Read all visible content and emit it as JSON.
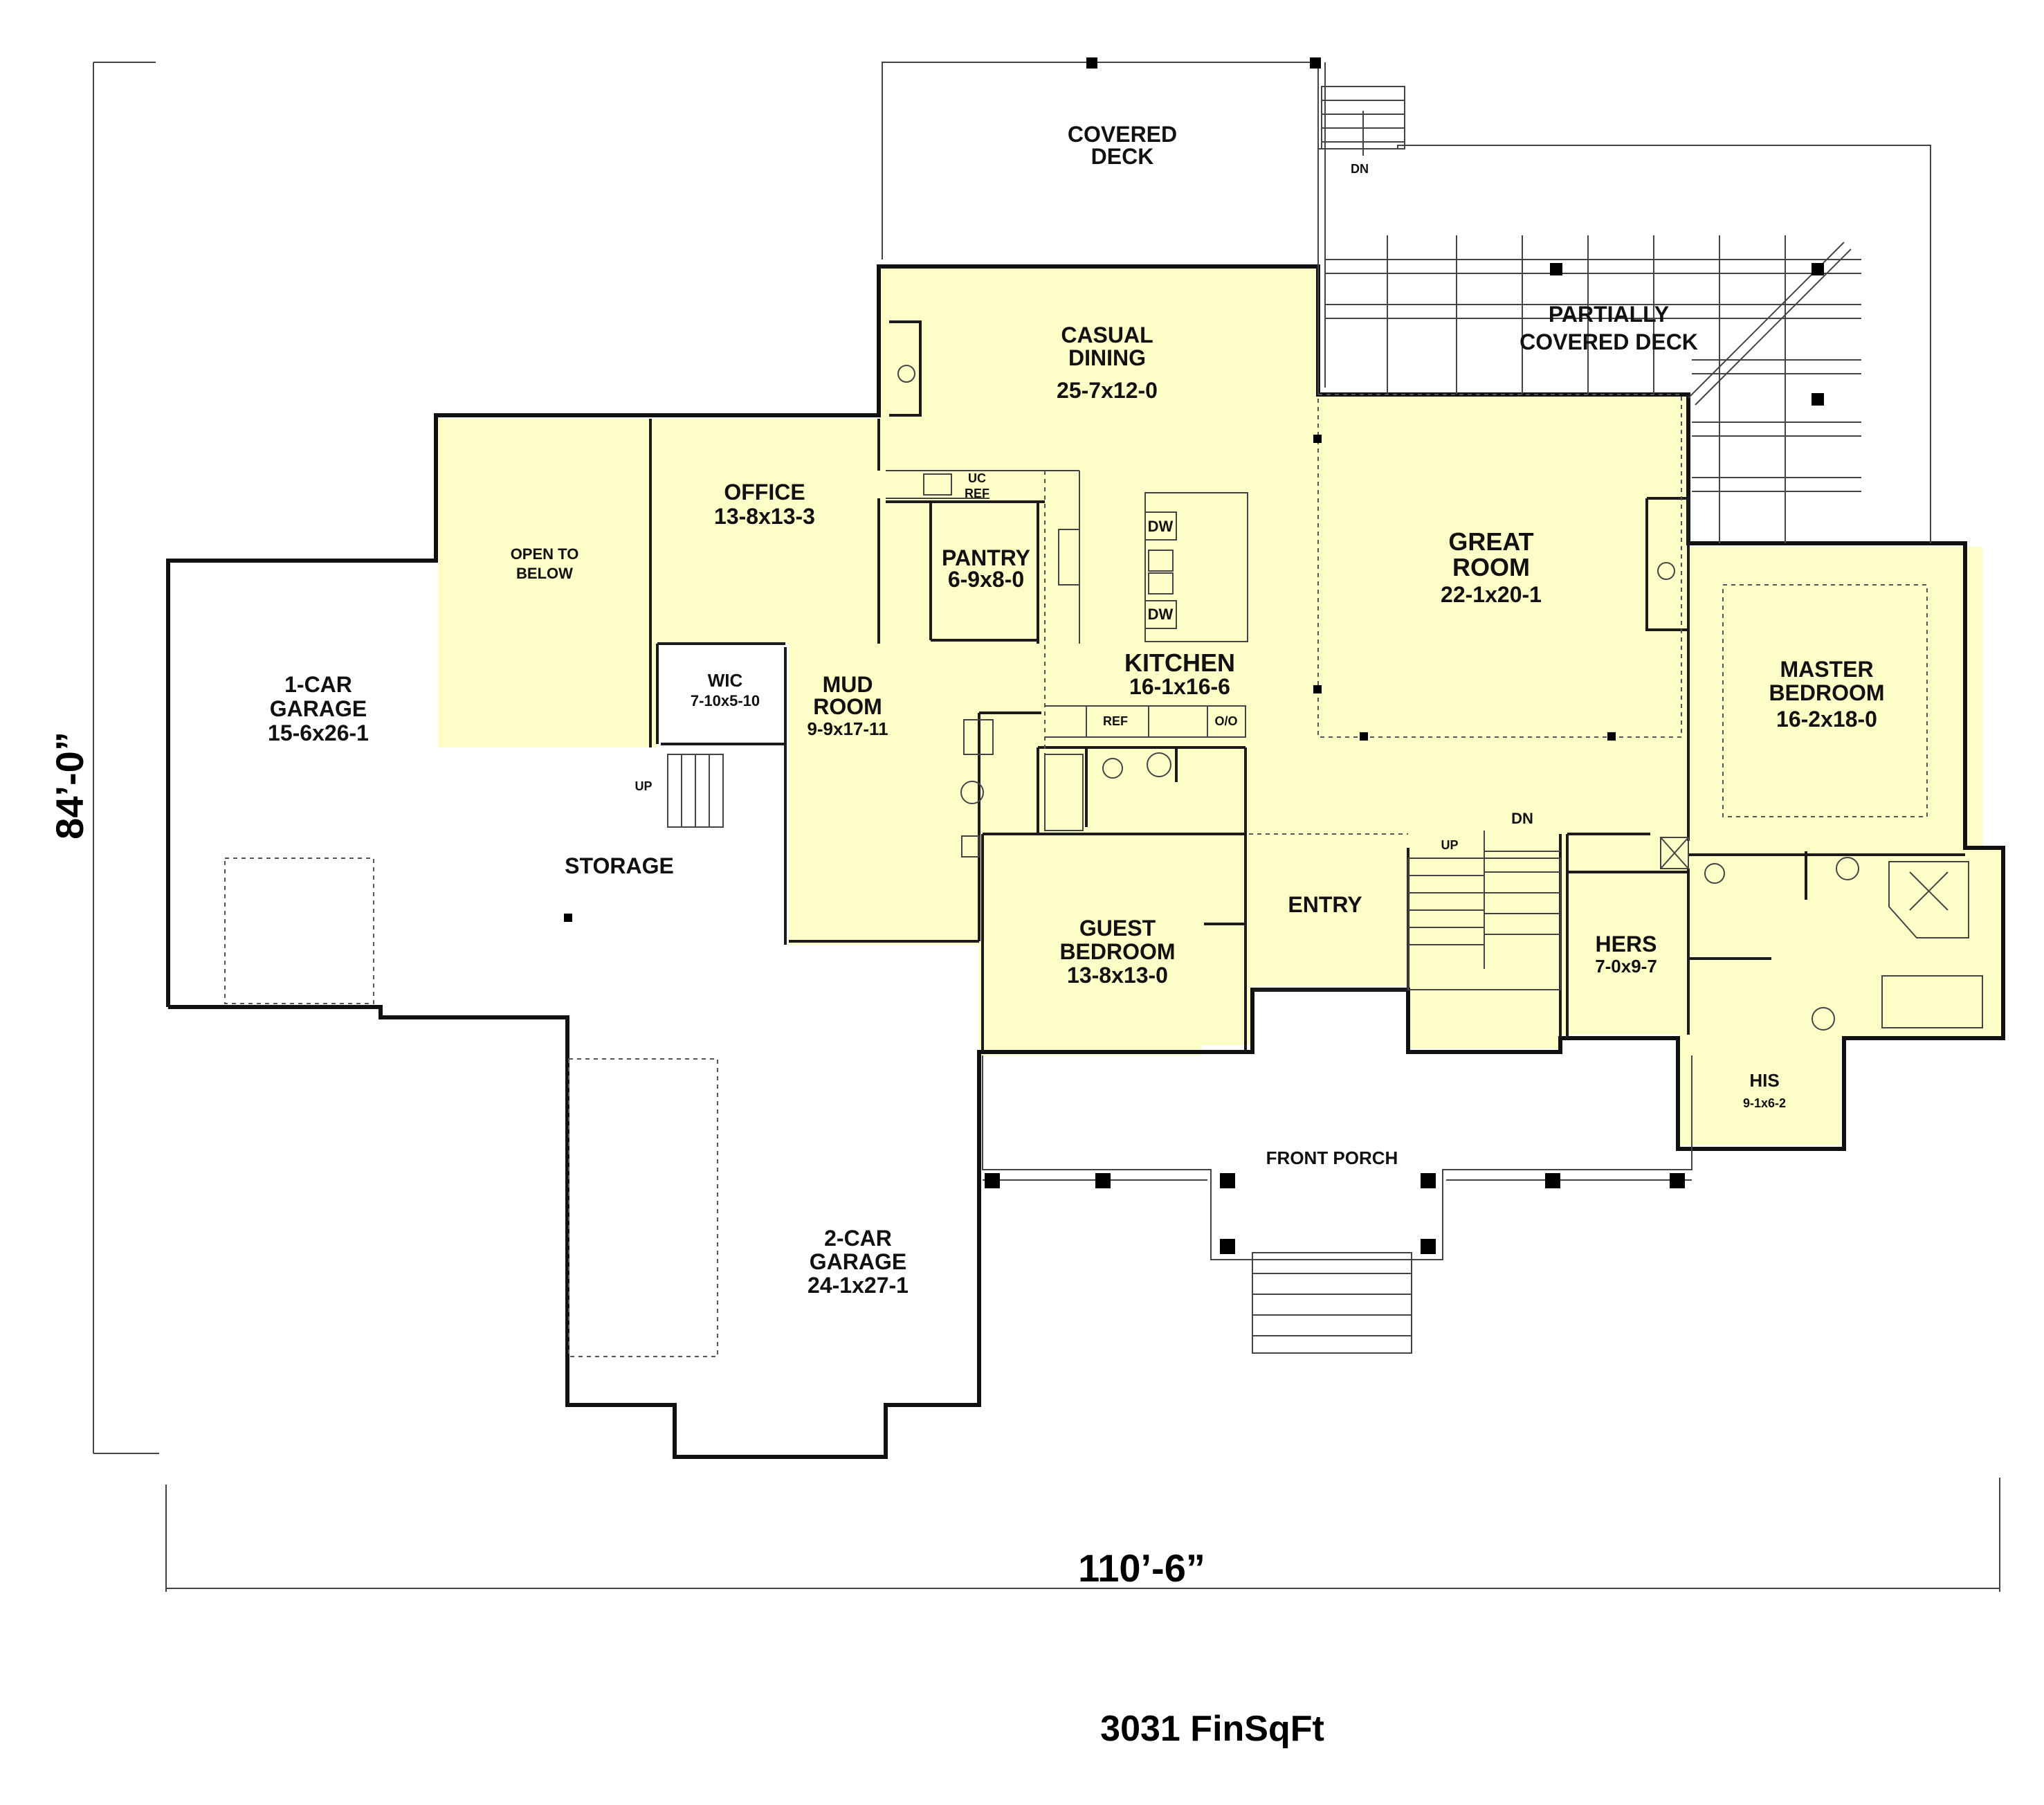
{
  "rooms": {
    "covered_deck": {
      "name": [
        "COVERED",
        "DECK"
      ]
    },
    "partially_covered_deck": {
      "name": [
        "PARTIALLY",
        "COVERED DECK"
      ]
    },
    "casual_dining": {
      "name": [
        "CASUAL",
        "DINING"
      ],
      "size": "25-7x12-0"
    },
    "office": {
      "name": [
        "OFFICE"
      ],
      "size": "13-8x13-3"
    },
    "open_to_below": {
      "name": [
        "OPEN TO",
        "BELOW"
      ]
    },
    "pantry": {
      "name": [
        "PANTRY"
      ],
      "size": "6-9x8-0"
    },
    "great_room": {
      "name": [
        "GREAT",
        "ROOM"
      ],
      "size": "22-1x20-1"
    },
    "kitchen": {
      "name": [
        "KITCHEN"
      ],
      "size": "16-1x16-6"
    },
    "master_bedroom": {
      "name": [
        "MASTER",
        "BEDROOM"
      ],
      "size": "16-2x18-0"
    },
    "one_car_garage": {
      "name": [
        "1-CAR",
        "GARAGE"
      ],
      "size": "15-6x26-1"
    },
    "wic": {
      "name": [
        "WIC"
      ],
      "size": "7-10x5-10"
    },
    "mud_room": {
      "name": [
        "MUD",
        "ROOM"
      ],
      "size": "9-9x17-11"
    },
    "storage": {
      "name": [
        "STORAGE"
      ]
    },
    "entry": {
      "name": [
        "ENTRY"
      ]
    },
    "guest_bedroom": {
      "name": [
        "GUEST",
        "BEDROOM"
      ],
      "size": "13-8x13-0"
    },
    "hers": {
      "name": [
        "HERS"
      ],
      "size": "7-0x9-7"
    },
    "his": {
      "name": [
        "HIS"
      ],
      "size": "9-1x6-2"
    },
    "front_porch": {
      "name": [
        "FRONT PORCH"
      ]
    },
    "two_car_garage": {
      "name": [
        "2-CAR",
        "GARAGE"
      ],
      "size": "24-1x27-1"
    }
  },
  "fixtures": {
    "uc": "UC",
    "ref_small": "REF",
    "dw_top": "DW",
    "dw_bottom": "DW",
    "ref_kitchen": "REF",
    "oven": "O/O"
  },
  "stairs": {
    "dn_deck": "DN",
    "up_garage": "UP",
    "up_main": "UP",
    "dn_main": "DN"
  },
  "dimensions": {
    "depth": "84’-0”",
    "width": "110’-6”"
  },
  "area": "3031 FinSqFt"
}
